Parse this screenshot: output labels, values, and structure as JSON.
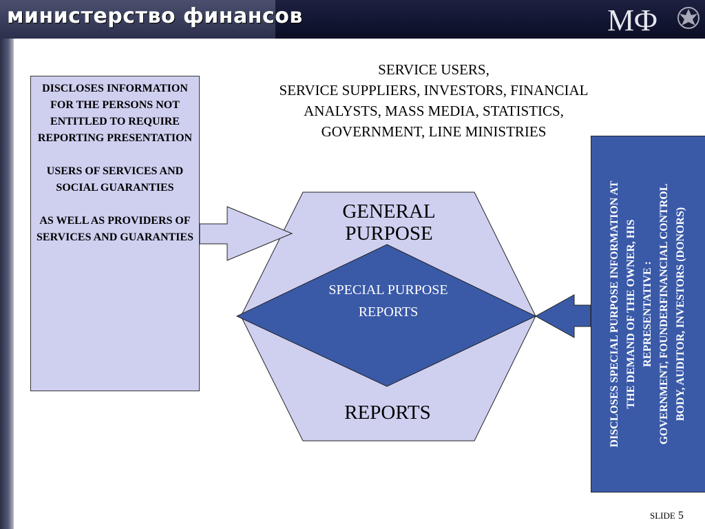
{
  "header": {
    "title": "министерство финансов",
    "logo_text": "МФ"
  },
  "service_users": {
    "lines": [
      "SERVICE USERS,",
      "SERVICE SUPPLIERS, INVESTORS, FINANCIAL",
      "ANALYSTS, MASS MEDIA, STATISTICS,",
      "GOVERNMENT,  LINE MINISTRIES"
    ]
  },
  "left_box": {
    "paragraphs": [
      "DISCLOSES INFORMATION FOR THE PERSONS NOT ENTITLED TO REQUIRE REPORTING PRESENTATION",
      "USERS OF SERVICES AND SOCIAL GUARANTIES",
      "AS WELL AS PROVIDERS OF SERVICES AND GUARANTIES"
    ]
  },
  "right_box": {
    "lines": [
      "DISCLOSES SPECIAL PURPOSE INFORMATION AT",
      "THE DEMAND OF THE OWNER,   HIS",
      "REPRESENTATIVE :",
      "GOVERNMENT, FOUNDERFINANCIAL CONTROL",
      "BODY, AUDITOR, INVESTORS (DONORS)"
    ]
  },
  "hexagon": {
    "title_top": "GENERAL PURPOSE",
    "title_bottom": "REPORTS"
  },
  "diamond": {
    "label": "SPECIAL PURPOSE REPORTS"
  },
  "footer": {
    "slide_label": "SLIDE",
    "slide_number": "5"
  },
  "colors": {
    "header_bg": "#111530",
    "light_fill": "#cfd0f0",
    "dark_fill": "#3a5aa8"
  }
}
